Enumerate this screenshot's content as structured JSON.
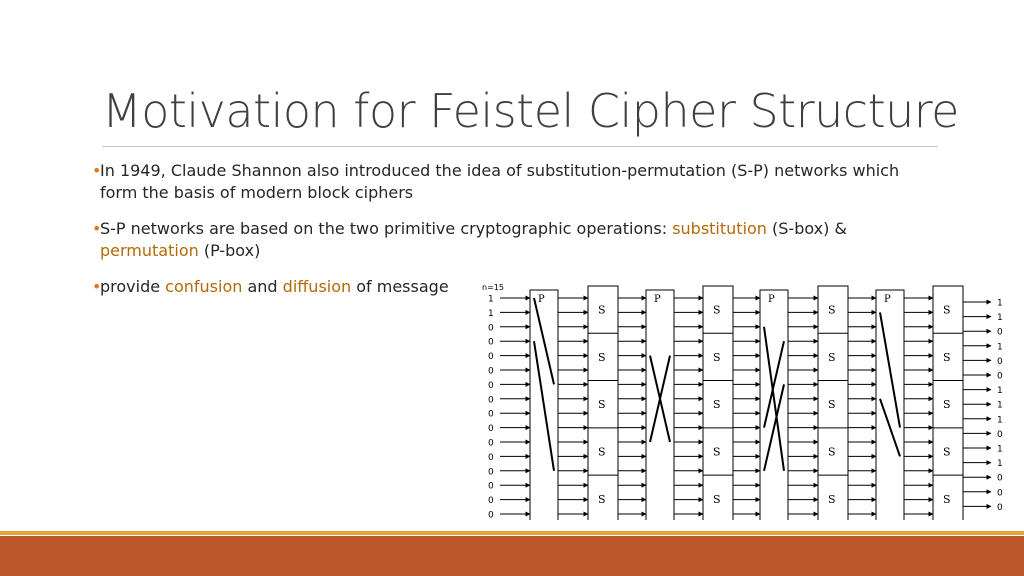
{
  "slide": {
    "title": "Motivation for Feistel Cipher Structure",
    "bullets": [
      {
        "parts": [
          "In 1949, Claude Shannon also introduced the idea of substitution-permutation (S-P) networks which form the basis of modern block ciphers"
        ]
      },
      {
        "parts": [
          "S-P networks are based on the two primitive cryptographic operations:  ",
          "substitution",
          " (S-box) & ",
          "permutation",
          " (P-box)"
        ]
      },
      {
        "parts": [
          "provide ",
          "confusion",
          " and ",
          "diffusion",
          " of message"
        ]
      }
    ]
  },
  "diagram": {
    "n_label": "n=15",
    "p_label": "P",
    "s_label": "S",
    "input_bits": [
      "1",
      "1",
      "0",
      "0",
      "0",
      "0",
      "0",
      "0",
      "0",
      "0",
      "0",
      "0",
      "0",
      "0",
      "0",
      "0"
    ],
    "output_bits": [
      "1",
      "1",
      "0",
      "1",
      "0",
      "0",
      "1",
      "1",
      "1",
      "0",
      "1",
      "1",
      "0",
      "0",
      "0"
    ]
  },
  "theme": {
    "accent": "#e07b1c",
    "highlight": "#b36a07",
    "band": "#bd582c",
    "band_line": "#e9a23b"
  }
}
